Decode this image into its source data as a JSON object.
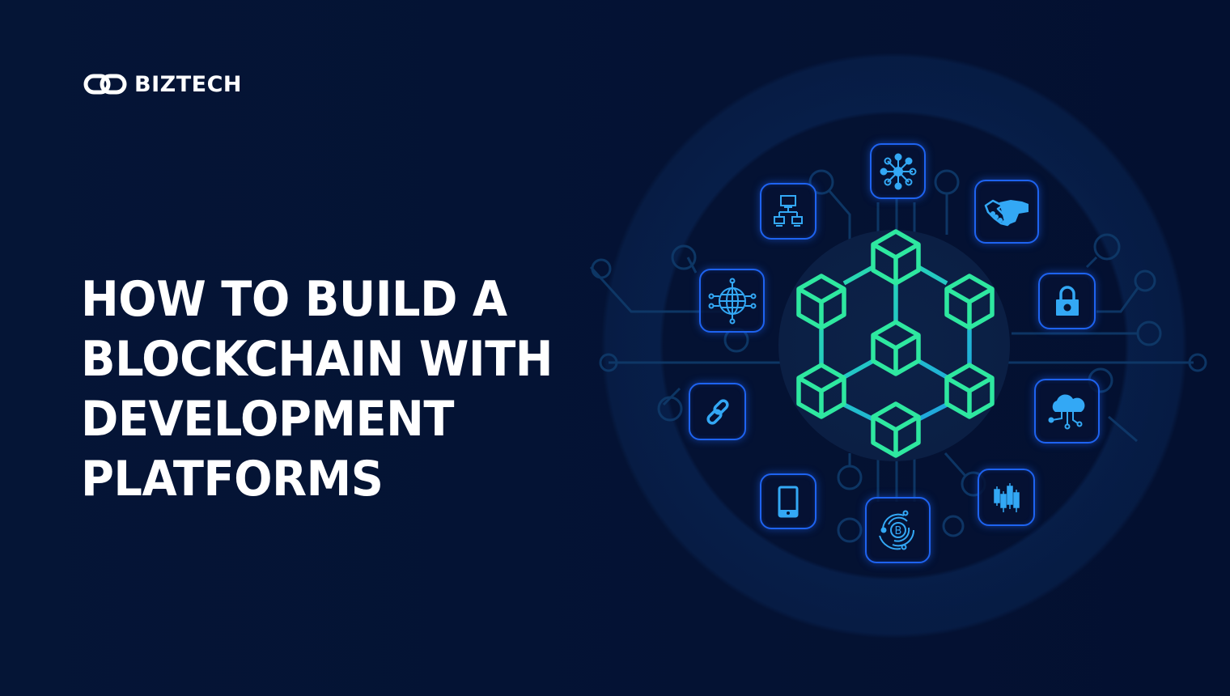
{
  "brand": {
    "name": "BIZTECH",
    "logo_icon": "chain-link-logo-icon"
  },
  "headline": {
    "lines": [
      "HOW TO BUILD A",
      "BLOCKCHAIN WITH",
      "DEVELOPMENT",
      "PLATFORMS"
    ]
  },
  "illustration": {
    "center": "blockchain-cube-network",
    "icons": [
      {
        "name": "hub-network-icon"
      },
      {
        "name": "handshake-icon"
      },
      {
        "name": "padlock-icon"
      },
      {
        "name": "cloud-network-icon"
      },
      {
        "name": "candlestick-chart-icon"
      },
      {
        "name": "bitcoin-orbit-icon"
      },
      {
        "name": "smartphone-icon"
      },
      {
        "name": "chain-link-icon"
      },
      {
        "name": "globe-network-icon"
      },
      {
        "name": "computer-network-icon"
      }
    ]
  },
  "colors": {
    "background": "#041233",
    "cube_green": "#2ee0a8",
    "cube_blue": "#1fa0e8",
    "icon_border": "#1e63f0",
    "icon_glyph": "#33a8f5",
    "text": "#ffffff"
  }
}
